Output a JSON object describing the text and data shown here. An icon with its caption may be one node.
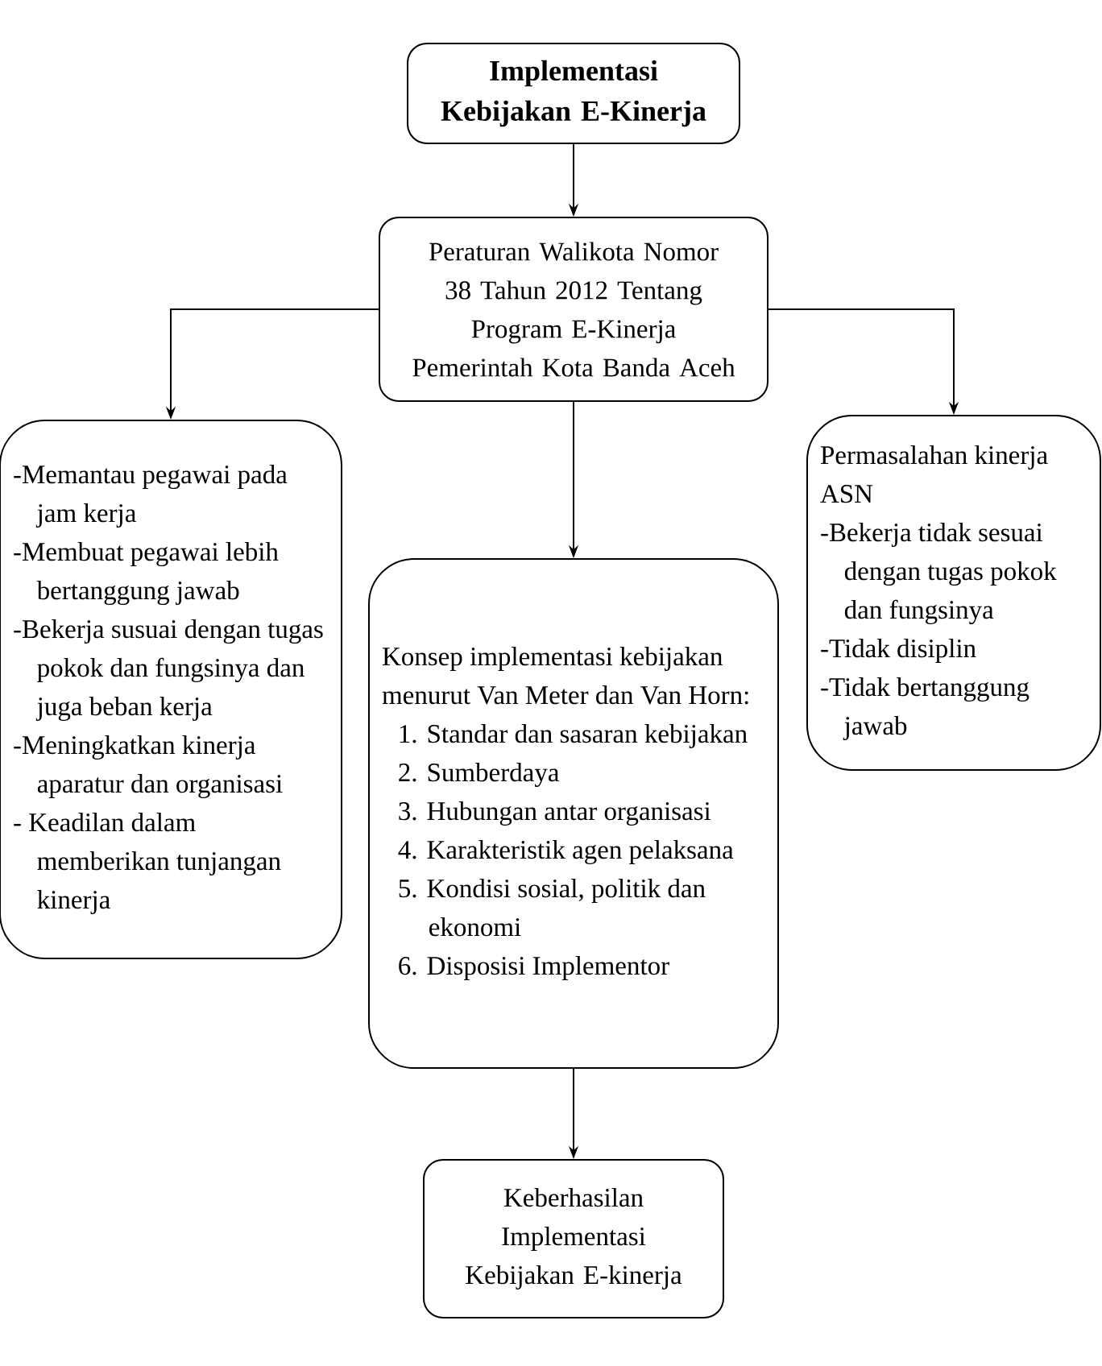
{
  "diagram": {
    "nodes": [
      {
        "text": [
          "Implementasi Kebijakan E-Kinerja"
        ]
      },
      {
        "text": [
          "Peraturan Walikota Nomor 38 Tahun 2012 Tentang Program E-Kinerja Pemerintah Kota Banda Aceh"
        ]
      },
      {
        "text": [
          "-Memantau pegawai pada jam kerja",
          "-Membuat pegawai lebih bertanggung jawab",
          "-Bekerja susuai dengan tugas pokok dan fungsinya dan juga beban kerja",
          "-Meningkatkan kinerja aparatur dan organisasi",
          "- Keadilan dalam memberikan tunjangan kinerja"
        ]
      },
      {
        "text": [
          "Konsep implementasi kebijakan menurut Van Meter dan Van Horn:",
          "1. Standar dan sasaran kebijakan",
          "2. Sumberdaya",
          "3. Hubungan antar organisasi",
          "4. Karakteristik agen pelaksana",
          "5. Kondisi sosial, politik dan ekonomi",
          "6. Disposisi Implementor"
        ]
      },
      {
        "text": [
          "Permasalahan kinerja ASN",
          "-Bekerja tidak sesuai dengan tugas pokok dan fungsinya",
          "-Tidak disiplin",
          "-Tidak bertanggung jawab"
        ]
      },
      {
        "text": [
          "Keberhasilan Implementasi Kebijakan E-kinerja"
        ]
      }
    ],
    "edges": [
      {
        "from": 0,
        "to": 1,
        "arrow": "to"
      },
      {
        "from": 1,
        "to": 2,
        "arrow": "to"
      },
      {
        "from": 1,
        "to": 3,
        "arrow": "to"
      },
      {
        "from": 1,
        "to": 4,
        "arrow": "to"
      },
      {
        "from": 3,
        "to": 5,
        "arrow": "to"
      }
    ]
  }
}
